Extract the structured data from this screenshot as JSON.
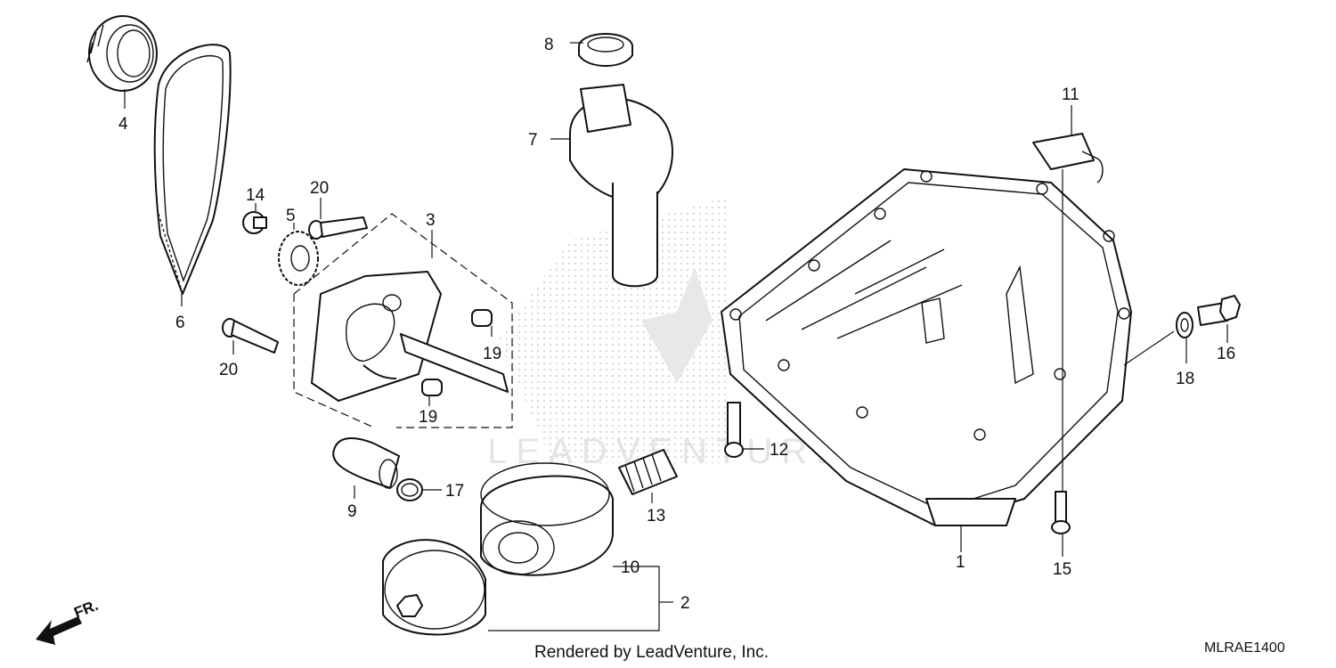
{
  "diagram": {
    "callouts": [
      "1",
      "2",
      "3",
      "4",
      "5",
      "6",
      "7",
      "8",
      "9",
      "10",
      "11",
      "12",
      "13",
      "14",
      "15",
      "16",
      "17",
      "18",
      "19",
      "19",
      "20",
      "20"
    ],
    "direction_label": "FR.",
    "footer_text": "Rendered by LeadVenture, Inc.",
    "diagram_code": "MLRAE1400",
    "watermark_text": "LEADVENTURE"
  }
}
